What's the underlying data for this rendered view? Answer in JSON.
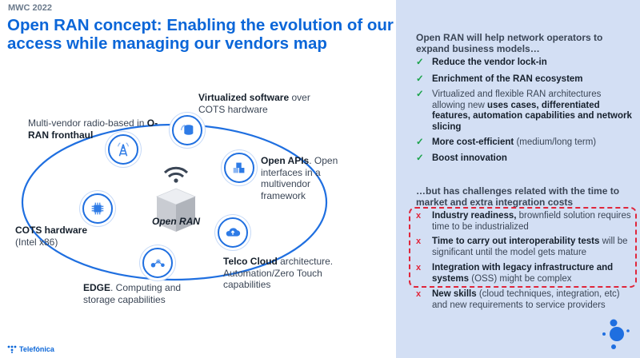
{
  "header": {
    "event": "MWC 2022",
    "title": "Open RAN concept: Enabling the evolution of our access while managing our vendors map"
  },
  "diagram": {
    "center_label": "Open RAN",
    "nodes": [
      {
        "icon": "software-stack-icon",
        "bold": "Virtualized software",
        "rest": " over COTS hardware"
      },
      {
        "icon": "api-cubes-icon",
        "bold": "Open APIs",
        "rest": ". Open interfaces in a multivendor framework"
      },
      {
        "icon": "cloud-icon",
        "bold": "Telco Cloud",
        "rest": " architecture. Automation/Zero Touch capabilities"
      },
      {
        "icon": "edge-network-icon",
        "bold": "EDGE",
        "rest": ". Computing and storage capabilities"
      },
      {
        "icon": "chip-icon",
        "bold": "COTS hardware",
        "rest": " (Intel x86)"
      },
      {
        "icon": "radio-tower-icon",
        "pre": "Multi-vendor radio-based in ",
        "bold": "O-RAN fronthaul"
      }
    ]
  },
  "benefits": {
    "heading": "Open RAN will help network operators to expand business models…",
    "items": [
      {
        "bold": "Reduce the vendor lock-in",
        "rest": ""
      },
      {
        "bold": "Enrichment of the RAN ecosystem",
        "rest": ""
      },
      {
        "pre": "Virtualized and flexible RAN architectures allowing new ",
        "bold": "uses cases, differentiated features, automation capabilities and network slicing",
        "rest": ""
      },
      {
        "bold": "More cost-efficient",
        "rest": " (medium/long term)"
      },
      {
        "bold": "Boost innovation",
        "rest": ""
      }
    ]
  },
  "challenges": {
    "heading": "…but has challenges related with the time to market and extra integration costs",
    "items": [
      {
        "bold": "Industry readiness,",
        "rest": " brownfield solution requires time to be industrialized"
      },
      {
        "bold": "Time to carry out interoperability tests",
        "rest": " will be significant until the model gets mature"
      },
      {
        "bold": "Integration with legacy infrastructure and systems",
        "rest": " (OSS) might be complex"
      },
      {
        "bold": "New skills",
        "rest": " (cloud techniques, integration, etc) and new requirements to service providers"
      }
    ]
  },
  "marks": {
    "check": "✓",
    "cross": "x"
  },
  "footer": {
    "brand": "Telefónica"
  },
  "colors": {
    "brand_blue": "#0b66d8",
    "panel_bg": "#d3dff4",
    "check_green": "#1aa34a",
    "cross_red": "#e0263b"
  }
}
